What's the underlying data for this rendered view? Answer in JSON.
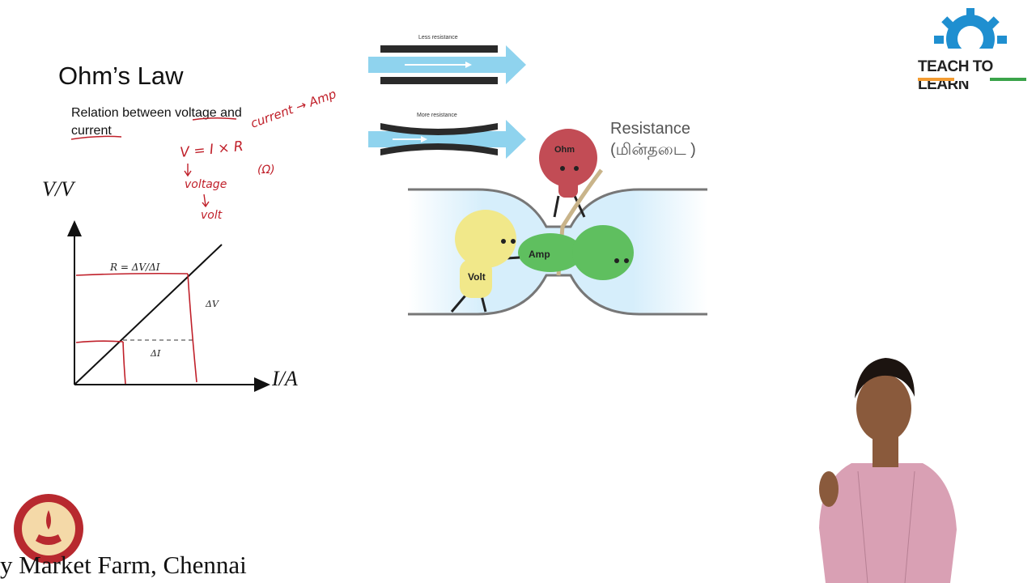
{
  "slide": {
    "title": "Ohm’s Law",
    "subtitle": "Relation between voltage and current"
  },
  "annotations": {
    "current_amp": "current → Amp",
    "formula": "V = I × R",
    "ohm_symbol": "(Ω)",
    "voltage": "voltage",
    "volt": "volt"
  },
  "graph": {
    "ylabel": "V/V",
    "xlabel": "I/A",
    "formula": "R = ΔV/ΔI",
    "delta_v": "ΔV",
    "delta_i": "ΔI"
  },
  "pipes": {
    "less": "Less resistance",
    "more": "More resistance"
  },
  "cartoon": {
    "ohm": "Ohm",
    "amp": "Amp",
    "volt": "Volt"
  },
  "resistance": {
    "label": "Resistance",
    "tamil": "(மின்தடை )"
  },
  "logo": {
    "text": "TEACH TO LEARN"
  },
  "footer": {
    "caption": "y Market Farm, Chennai"
  },
  "colors": {
    "annotation_red": "#c0202a",
    "flow_blue": "#8fd3ee",
    "logo_blue": "#1f8fd0"
  }
}
